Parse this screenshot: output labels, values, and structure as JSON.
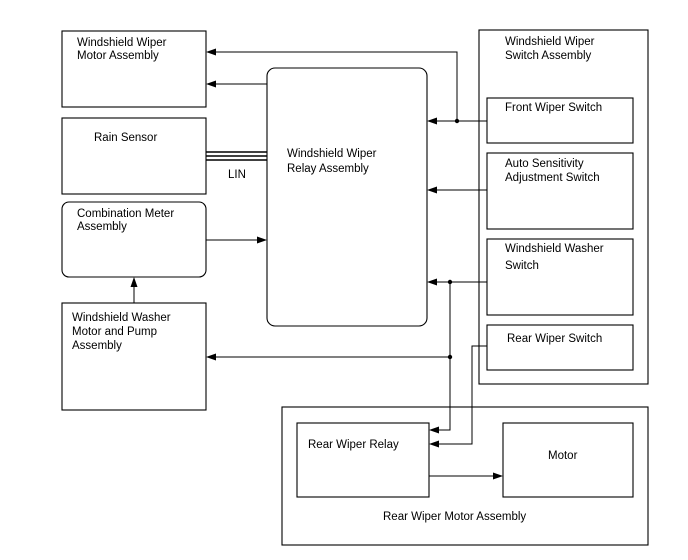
{
  "blocks": {
    "wiper_motor": [
      "Windshield Wiper",
      "Motor Assembly"
    ],
    "rain_sensor": [
      "Rain Sensor"
    ],
    "combination_meter": [
      "Combination Meter",
      "Assembly"
    ],
    "washer_motor_pump": [
      "Windshield Washer",
      "Motor and Pump",
      "Assembly"
    ],
    "relay_assembly": [
      "Windshield Wiper",
      "Relay Assembly"
    ],
    "switch_assembly": [
      "Windshield Wiper",
      "Switch Assembly"
    ],
    "front_wiper_switch": [
      "Front Wiper Switch"
    ],
    "auto_sensitivity_switch": [
      "Auto Sensitivity",
      "Adjustment Switch"
    ],
    "washer_switch": [
      "Windshield Washer",
      "Switch"
    ],
    "rear_wiper_switch": [
      "Rear Wiper Switch"
    ],
    "rear_wiper_relay": [
      "Rear Wiper Relay"
    ],
    "motor": [
      "Motor"
    ],
    "rear_wiper_motor_assembly": [
      "Rear Wiper Motor Assembly"
    ]
  },
  "bus_label": "LIN"
}
